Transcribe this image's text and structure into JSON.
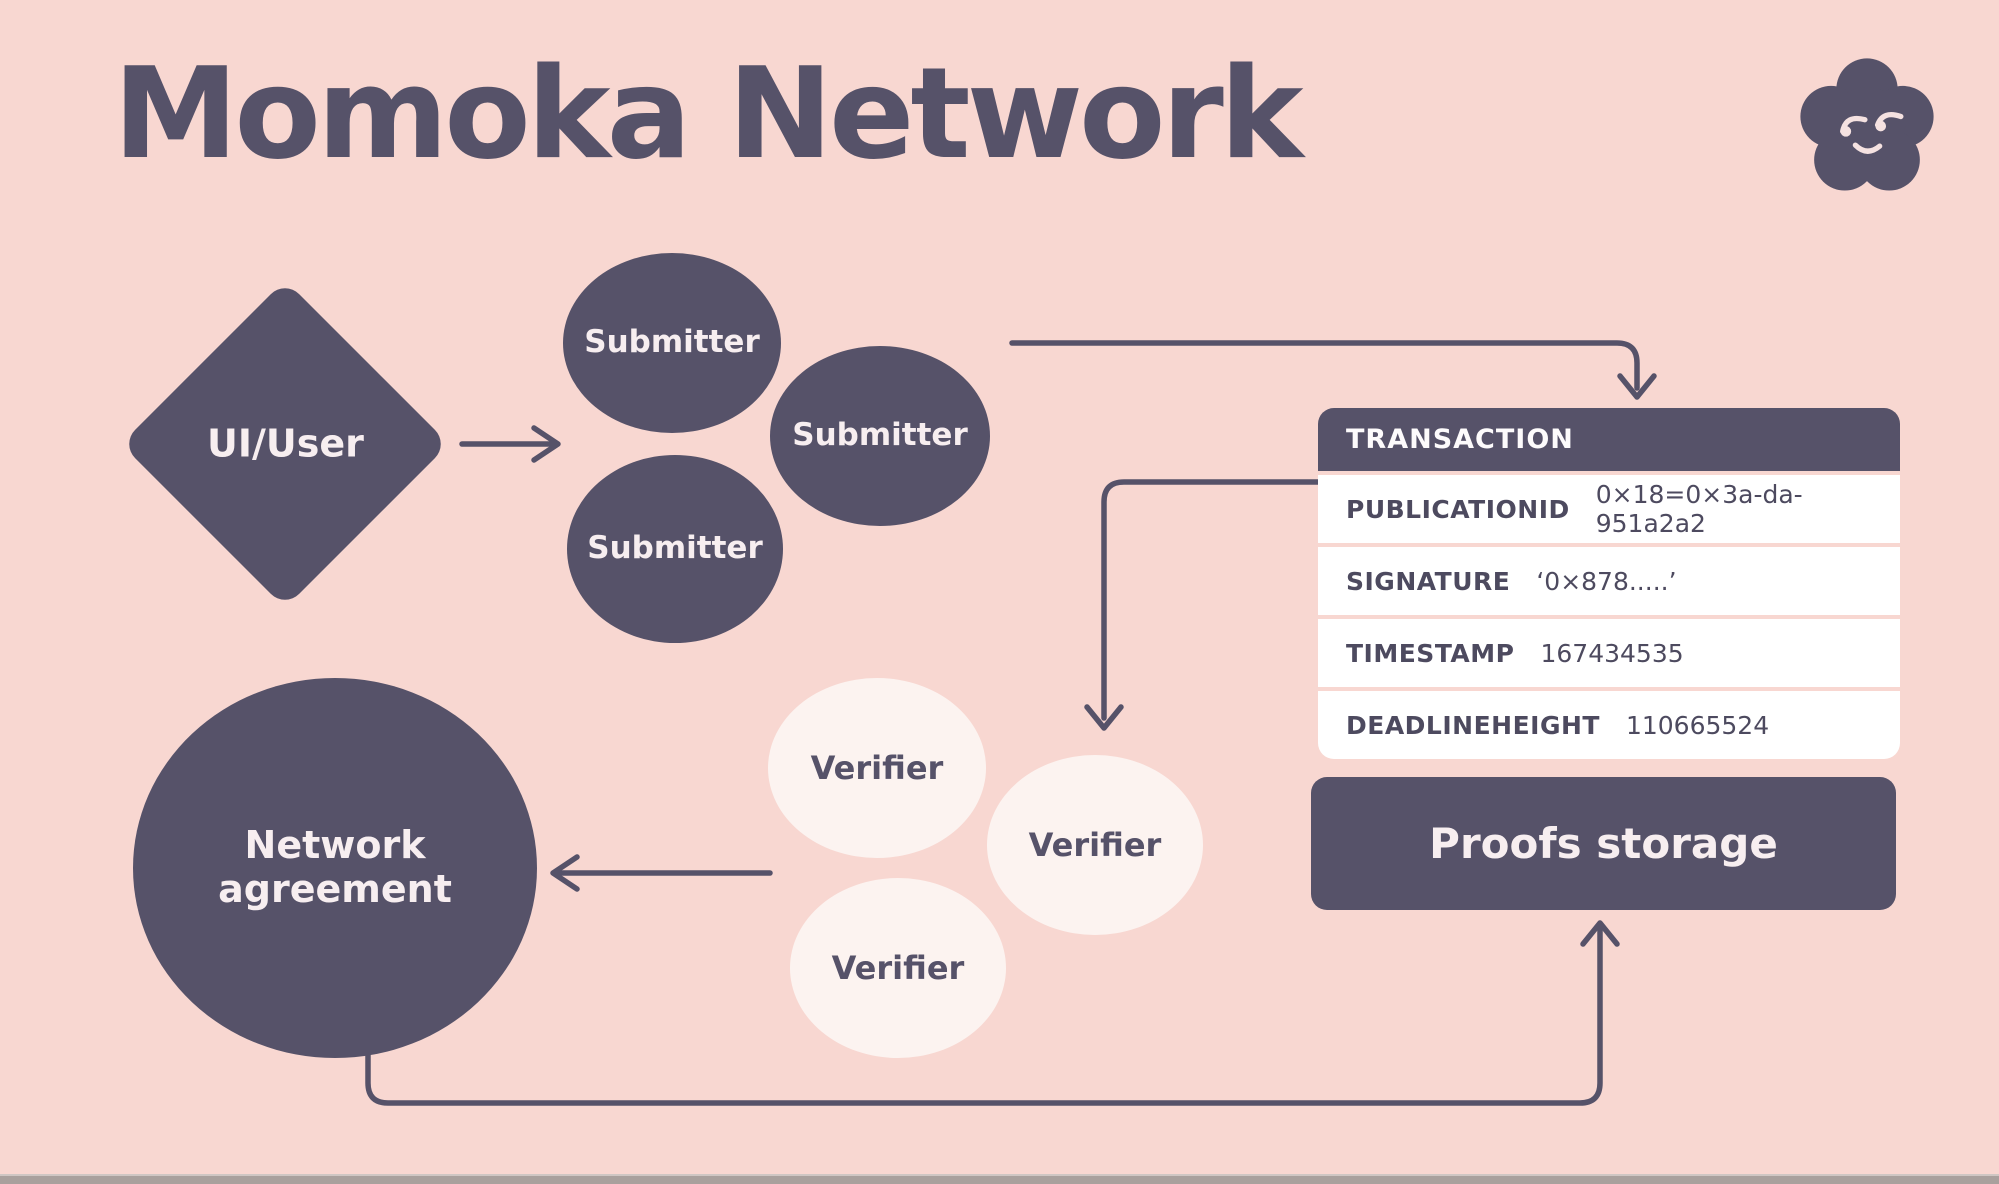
{
  "page": {
    "title": "Momoka Network"
  },
  "logo": {
    "icon": "flower-smiley-icon"
  },
  "colors": {
    "background": "#f8d7d1",
    "node_dark": "#565269",
    "node_cream": "#fcf3f0",
    "row_white": "#ffffff",
    "text_light": "#f7eef0",
    "text_dark": "#4d4a5f",
    "bottom_strip": "#a9a09d"
  },
  "nodes": {
    "user": {
      "label": "UI/User",
      "shape": "diamond"
    },
    "submitters": [
      {
        "label": "Submitter"
      },
      {
        "label": "Submitter"
      },
      {
        "label": "Submitter"
      }
    ],
    "verifiers": [
      {
        "label": "Verifier"
      },
      {
        "label": "Verifier"
      },
      {
        "label": "Verifier"
      }
    ],
    "network_agreement": {
      "label": "Network agreement",
      "line1": "Network",
      "line2": "agreement"
    },
    "proofs_storage": {
      "label": "Proofs storage"
    }
  },
  "transaction": {
    "title": "TRANSACTION",
    "rows": [
      {
        "label": "PUBLICATIONID",
        "value": "0×18=0×3a-da-951a2a2"
      },
      {
        "label": "SIGNATURE",
        "value": "‘0×878.....’"
      },
      {
        "label": "TIMESTAMP",
        "value": "167434535"
      },
      {
        "label": "DEADLINEHEIGHT",
        "value": "110665524"
      }
    ]
  },
  "edges": [
    {
      "from": "ui-user",
      "to": "submitters"
    },
    {
      "from": "submitters",
      "to": "transaction"
    },
    {
      "from": "transaction",
      "to": "verifiers"
    },
    {
      "from": "verifiers",
      "to": "network-agreement"
    },
    {
      "from": "network-agreement",
      "to": "proofs-storage"
    }
  ]
}
